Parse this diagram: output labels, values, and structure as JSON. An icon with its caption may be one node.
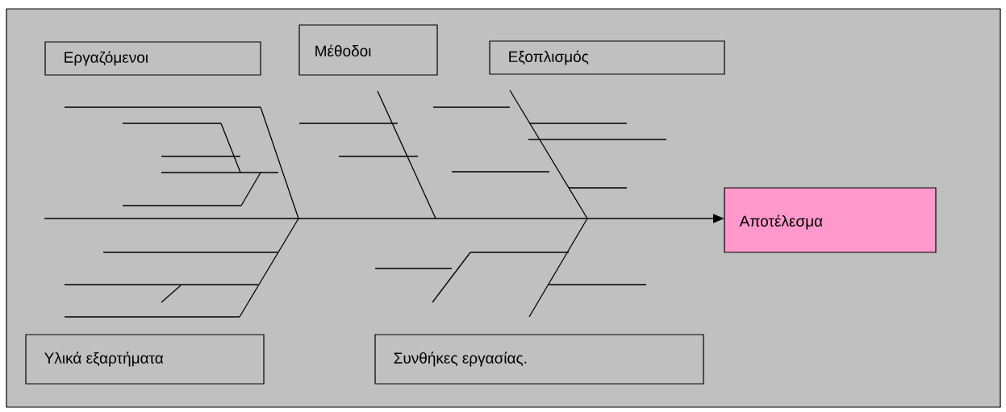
{
  "diagram": {
    "nodes": [
      {
        "text": [
          "Εργαζόμενοι"
        ]
      },
      {
        "text": [
          "Μέθοδοι"
        ]
      },
      {
        "text": [
          "Εξοπλισμός"
        ]
      },
      {
        "text": [
          "Αποτέλεσμα"
        ]
      },
      {
        "text": [
          "Υλικά εξαρτήματα"
        ]
      },
      {
        "text": [
          "Συνθήκες εργασίας."
        ]
      }
    ],
    "edges": [
      {
        "from": null,
        "to": 3,
        "arrow": "to"
      }
    ]
  }
}
